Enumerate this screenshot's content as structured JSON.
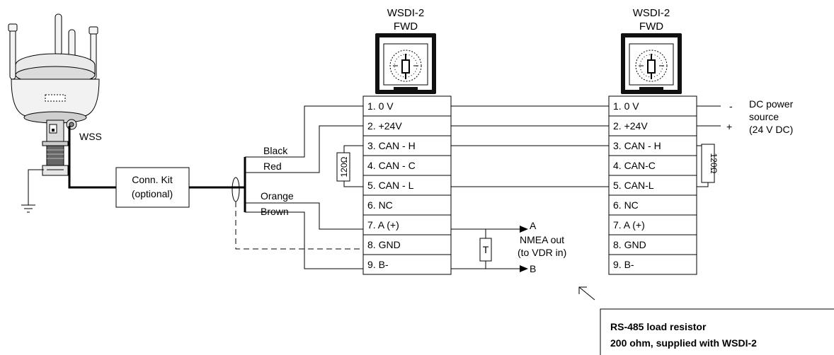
{
  "sensor": {
    "label": "WSS"
  },
  "conn_kit": {
    "line1": "Conn. Kit",
    "line2": "(optional)"
  },
  "displays": [
    {
      "title_line1": "WSDI-2",
      "title_line2": "FWD"
    },
    {
      "title_line1": "WSDI-2",
      "title_line2": "FWD"
    }
  ],
  "wire_labels": {
    "black": "Black",
    "red": "Red",
    "orange": "Orange",
    "brown": "Brown"
  },
  "terminals_left": [
    "1. 0 V",
    "2. +24V",
    "3. CAN - H",
    "4. CAN - C",
    "5. CAN - L",
    "6. NC",
    "7. A (+)",
    "8. GND",
    "9. B-"
  ],
  "terminals_right": [
    "1. 0 V",
    "2. +24V",
    "3. CAN - H",
    "4. CAN-C",
    "5. CAN-L",
    "6. NC",
    "7. A (+)",
    "8. GND",
    "9. B-"
  ],
  "resistors": {
    "left_can": "120Ω",
    "right_can": "120Ω",
    "nmea_load": "T"
  },
  "nmea": {
    "a": "A",
    "b": "B",
    "line1": "NMEA out",
    "line2": "(to VDR in)"
  },
  "power": {
    "minus": "-",
    "plus": "+",
    "line1": "DC power",
    "line2": "source",
    "line3": "(24 V DC)"
  },
  "note": {
    "line1": "RS-485 load resistor",
    "line2": "200 ohm, supplied with WSDI-2"
  }
}
